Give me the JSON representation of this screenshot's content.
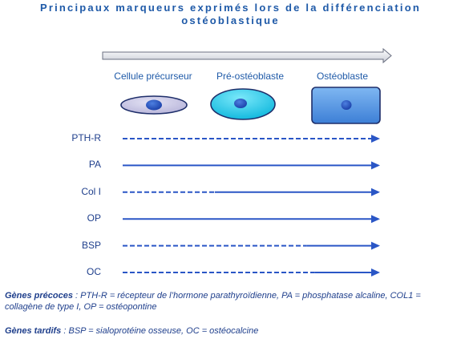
{
  "title": {
    "line1": "Principaux marqueurs exprimés lors de la différenciation",
    "line2": "ostéoblastique"
  },
  "stages": [
    {
      "label": "Cellule précurseur"
    },
    {
      "label": "Pré-ostéoblaste"
    },
    {
      "label": "Ostéoblaste"
    }
  ],
  "markers": [
    {
      "label": "PTH-R",
      "solid_from": 1.0
    },
    {
      "label": "PA",
      "solid_from": 0.0
    },
    {
      "label": "Col I",
      "solid_from": 0.36
    },
    {
      "label": "OP",
      "solid_from": 0.0
    },
    {
      "label": "BSP",
      "solid_from": 0.72
    },
    {
      "label": "OC",
      "solid_from": 0.75
    }
  ],
  "colors": {
    "title": "#1f5aa8",
    "arrow": "#2a56c6",
    "label": "#1f3f8c",
    "precursor_fill": "#c8c6e6",
    "preosteoblast_fill": "#17c9e9",
    "osteoblast_fill": "#5a9ae6",
    "nucleus": "#1f52c4"
  },
  "footnotes": {
    "early_heading": "Gènes précoces",
    "early_text": " : PTH-R = récepteur de l’hormone parathyroïdienne, PA = phosphatase alcaline, COL1 = collagène de type I, OP = ostéopontine",
    "late_heading": "Gènes tardifs",
    "late_text": " : BSP = sialoprotéine osseuse, OC = ostéocalcine"
  }
}
